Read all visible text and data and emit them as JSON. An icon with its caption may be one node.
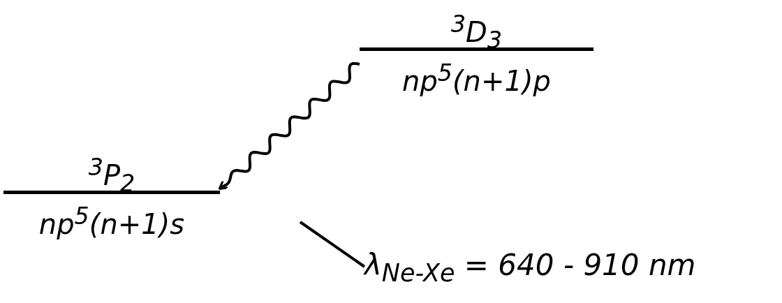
{
  "diagram": {
    "nodes": [
      {
        "text": [
          "$^{3}$D$_{3}$",
          "np$^{5}$(n+1)p"
        ]
      },
      {
        "text": [
          "$^{3}$P$_{2}$",
          "np$^{5}$(n+1)s"
        ]
      },
      {
        "text": [
          "λ$_{Ne-Xe}$ = 640 - 910 nm"
        ]
      }
    ],
    "edges": [
      {
        "from": 0,
        "to": 1,
        "arrow": "to"
      },
      {
        "from": 2,
        "to": null,
        "arrow": "none"
      }
    ]
  }
}
